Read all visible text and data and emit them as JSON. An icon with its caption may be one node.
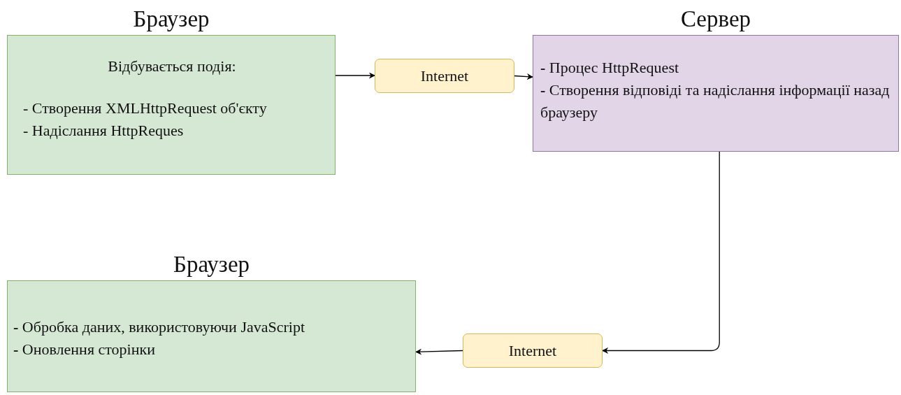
{
  "diagram": {
    "nodes": [
      {
        "text": [
          "Браузер",
          "Відбувається подія:",
          "- Створення XMLHttpRequest об'єкту",
          "- Надіслання HttpReques"
        ]
      },
      {
        "text": [
          "Internet"
        ]
      },
      {
        "text": [
          "Сервер",
          "**-** Процес HttpRequest",
          "**-** Створення відповіді та надіслання інформації назад браузеру"
        ]
      },
      {
        "text": [
          "Internet"
        ]
      },
      {
        "text": [
          "Браузер",
          "**-** Обробка даних, використовуючи JavaScript",
          "**-** Оновлення сторінки"
        ]
      }
    ],
    "edges": [
      {
        "from": 0,
        "to": 1,
        "arrow": "to"
      },
      {
        "from": 1,
        "to": 2,
        "arrow": "to"
      },
      {
        "from": 2,
        "to": 3,
        "arrow": "to"
      },
      {
        "from": 3,
        "to": 4,
        "arrow": "to"
      }
    ]
  }
}
